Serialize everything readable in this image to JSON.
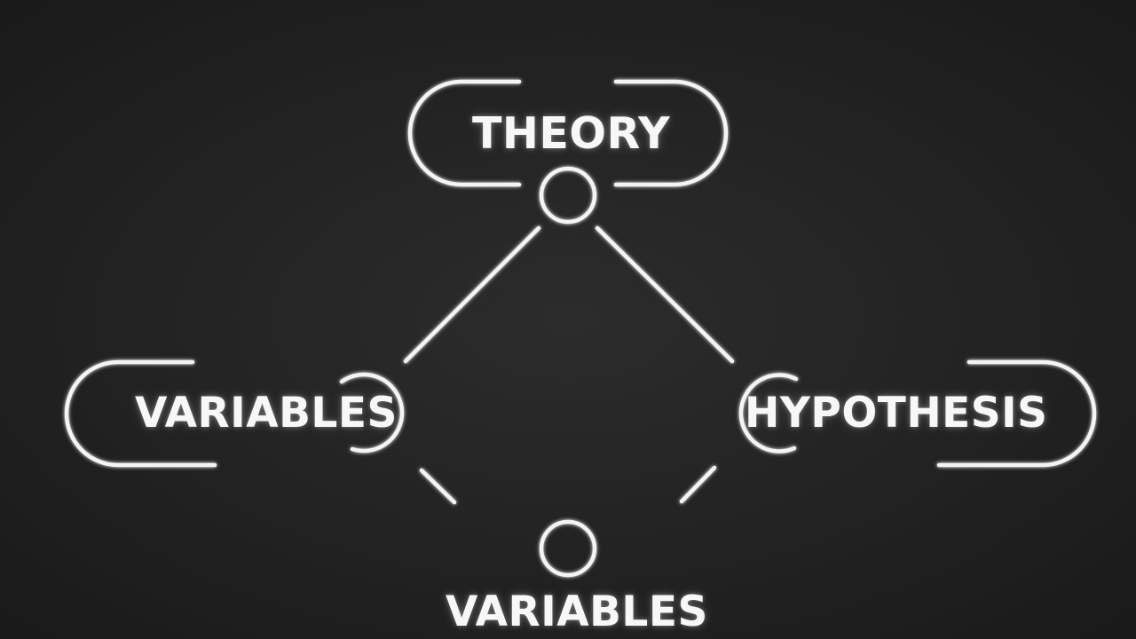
{
  "diagram": {
    "nodes": {
      "theory": "THEORY",
      "variables_left": "VARIABLES",
      "hypothesis": "HYPOTHESIS",
      "variables_bottom": "VARIABLES"
    },
    "colors": {
      "background": "#242424",
      "chalk": "#f4f4f4"
    }
  }
}
